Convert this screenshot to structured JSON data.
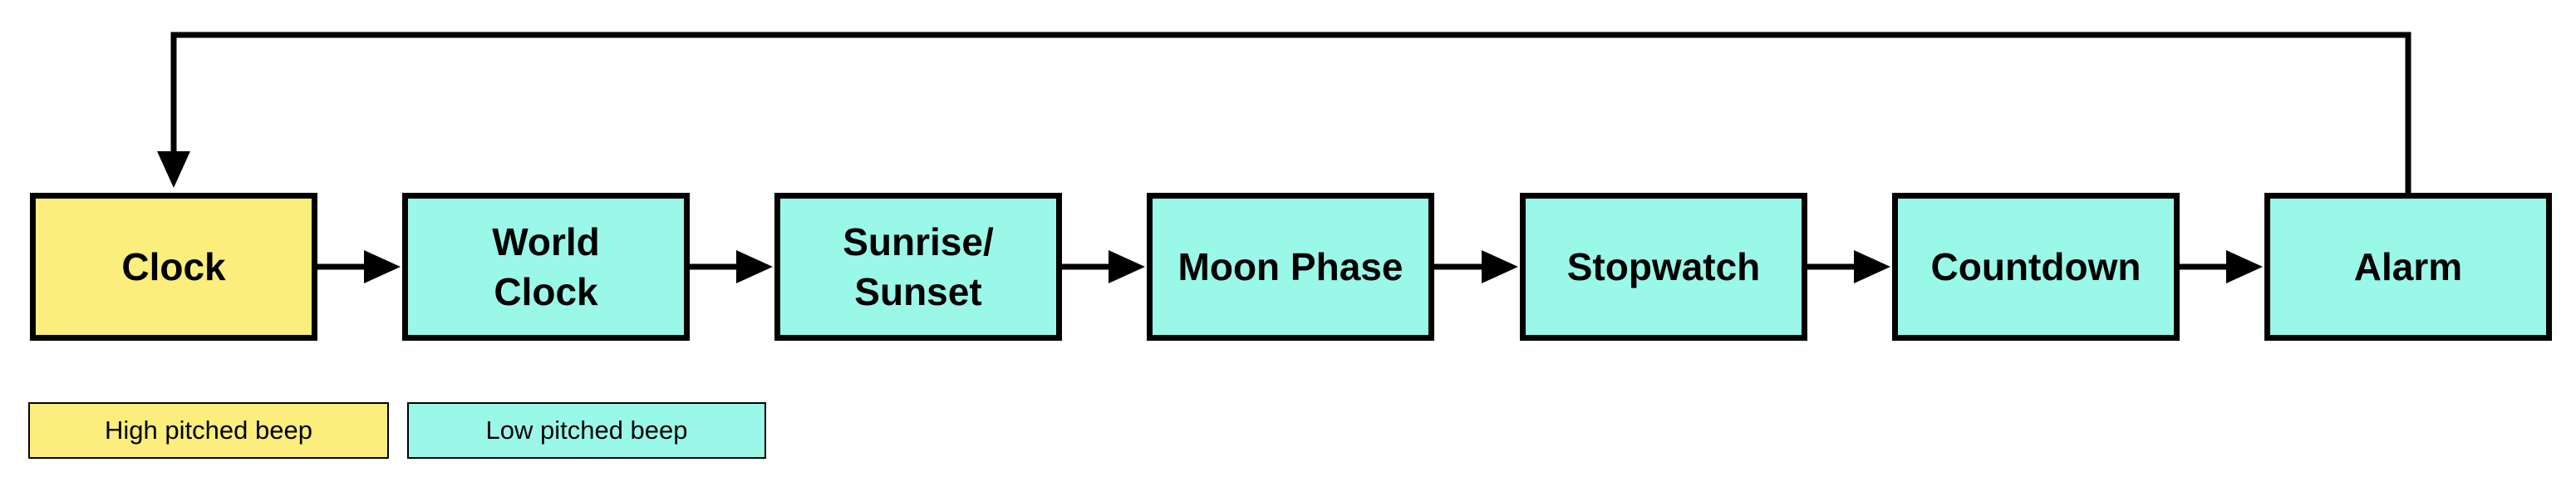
{
  "colors": {
    "high": "#fcee7c",
    "low": "#9af8e8",
    "line": "#000000"
  },
  "nodes": [
    {
      "label": "Clock",
      "pitch": "high"
    },
    {
      "label": "World\nClock",
      "pitch": "low"
    },
    {
      "label": "Sunrise/\nSunset",
      "pitch": "low"
    },
    {
      "label": "Moon Phase",
      "pitch": "low"
    },
    {
      "label": "Stopwatch",
      "pitch": "low"
    },
    {
      "label": "Countdown",
      "pitch": "low"
    },
    {
      "label": "Alarm",
      "pitch": "low"
    }
  ],
  "edges": [
    {
      "from": 0,
      "to": 1
    },
    {
      "from": 1,
      "to": 2
    },
    {
      "from": 2,
      "to": 3
    },
    {
      "from": 3,
      "to": 4
    },
    {
      "from": 4,
      "to": 5
    },
    {
      "from": 5,
      "to": 6
    },
    {
      "from": 6,
      "to": 0
    }
  ],
  "legend": [
    {
      "label": "High pitched beep",
      "pitch": "high"
    },
    {
      "label": "Low pitched beep",
      "pitch": "low"
    }
  ]
}
